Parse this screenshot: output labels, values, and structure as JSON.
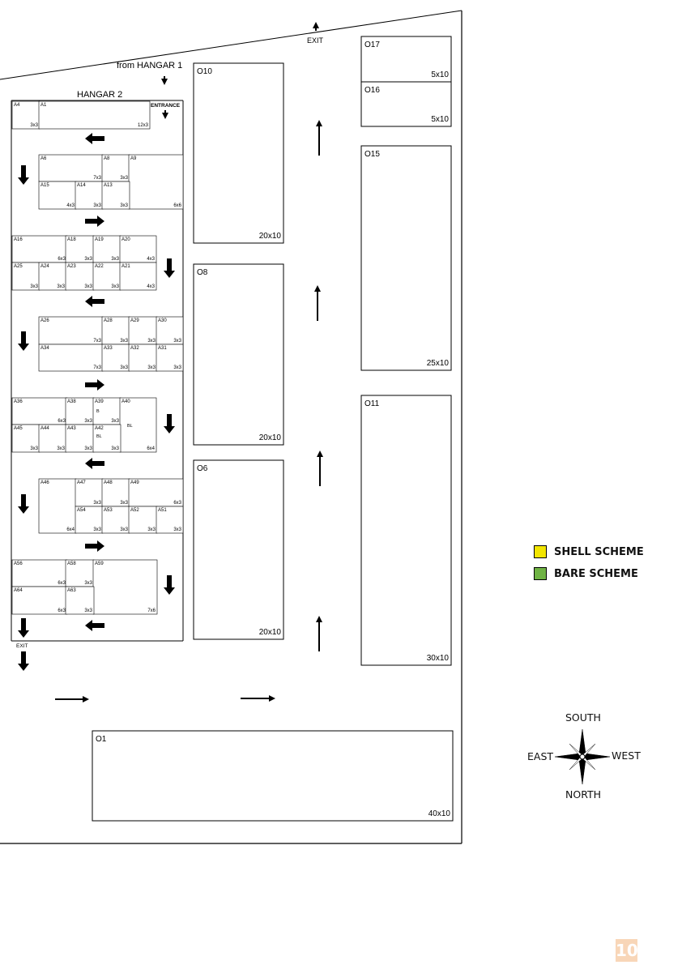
{
  "labels": {
    "from_hangar": "from HANGAR 1",
    "hangar": "HANGAR 2",
    "entrance": "ENTRANCE",
    "exit_top": "EXIT",
    "exit_bottom": "EXIT"
  },
  "stands_a": [
    {
      "id": "A4",
      "size": "3x3"
    },
    {
      "id": "A1",
      "size": "12x3"
    },
    {
      "id": "A6",
      "size": "7x3"
    },
    {
      "id": "A8",
      "size": "3x3"
    },
    {
      "id": "A9",
      "size": "6x6"
    },
    {
      "id": "A15",
      "size": "4x3"
    },
    {
      "id": "A14",
      "size": "3x3"
    },
    {
      "id": "A13",
      "size": "3x3"
    },
    {
      "id": "A16",
      "size": "6x3"
    },
    {
      "id": "A18",
      "size": "3x3"
    },
    {
      "id": "A19",
      "size": "3x3"
    },
    {
      "id": "A20",
      "size": "4x3"
    },
    {
      "id": "A25",
      "size": "3x3"
    },
    {
      "id": "A24",
      "size": "3x3"
    },
    {
      "id": "A23",
      "size": "3x3"
    },
    {
      "id": "A22",
      "size": "3x3"
    },
    {
      "id": "A21",
      "size": "4x3"
    },
    {
      "id": "A26",
      "size": "7x3"
    },
    {
      "id": "A28",
      "size": "3x3"
    },
    {
      "id": "A29",
      "size": "3x3"
    },
    {
      "id": "A30",
      "size": "3x3"
    },
    {
      "id": "A34",
      "size": "7x3"
    },
    {
      "id": "A33",
      "size": "3x3"
    },
    {
      "id": "A32",
      "size": "3x3"
    },
    {
      "id": "A31",
      "size": "3x3"
    },
    {
      "id": "A36",
      "size": "6x3"
    },
    {
      "id": "A38",
      "size": "3x3"
    },
    {
      "id": "A39",
      "size": "3x3",
      "note": "B"
    },
    {
      "id": "A40",
      "size": "6x4",
      "note": "BL"
    },
    {
      "id": "A45",
      "size": "3x3"
    },
    {
      "id": "A44",
      "size": "3x3"
    },
    {
      "id": "A43",
      "size": "3x3"
    },
    {
      "id": "A42",
      "size": "3x3",
      "note": "BL"
    },
    {
      "id": "A46",
      "size": "6x4"
    },
    {
      "id": "A47",
      "size": "3x3"
    },
    {
      "id": "A48",
      "size": "3x3"
    },
    {
      "id": "A49",
      "size": "6x3"
    },
    {
      "id": "A54",
      "size": "3x3"
    },
    {
      "id": "A53",
      "size": "3x3"
    },
    {
      "id": "A52",
      "size": "3x3"
    },
    {
      "id": "A51",
      "size": "3x3"
    },
    {
      "id": "A56",
      "size": "6x3"
    },
    {
      "id": "A58",
      "size": "3x3"
    },
    {
      "id": "A59",
      "size": "7x6"
    },
    {
      "id": "A64",
      "size": "6x3"
    },
    {
      "id": "A63",
      "size": "3x3"
    }
  ],
  "stands_o": [
    {
      "id": "O10",
      "size": "20x10"
    },
    {
      "id": "O8",
      "size": "20x10"
    },
    {
      "id": "O6",
      "size": "20x10"
    },
    {
      "id": "O17",
      "size": "5x10"
    },
    {
      "id": "O16",
      "size": "5x10"
    },
    {
      "id": "O15",
      "size": "25x10"
    },
    {
      "id": "O11",
      "size": "30x10"
    },
    {
      "id": "O1",
      "size": "40x10"
    }
  ],
  "legend": {
    "items": [
      {
        "label": "SHELL SCHEME",
        "color": "#f2e500"
      },
      {
        "label": "BARE SCHEME",
        "color": "#6fb344"
      }
    ]
  },
  "compass": {
    "south": "SOUTH",
    "north": "NORTH",
    "east": "EAST",
    "west": "WEST"
  },
  "page_number": "10"
}
